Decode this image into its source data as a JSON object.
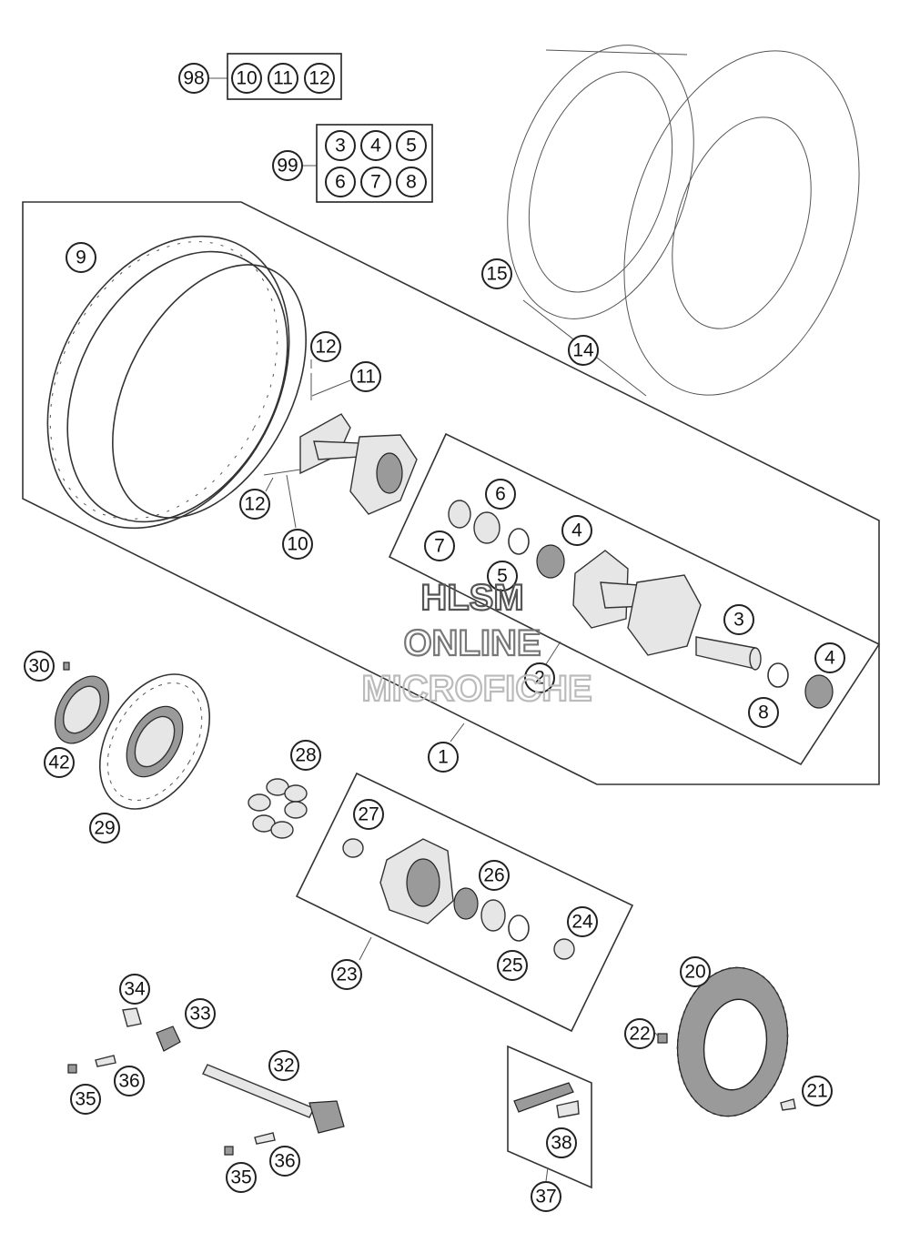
{
  "watermark": {
    "line1": "HLSM",
    "line2": "ONLINE",
    "line3": "MICROFICHE"
  },
  "kits": {
    "kit98": {
      "id": "98",
      "contents": [
        "10",
        "11",
        "12"
      ]
    },
    "kit99": {
      "id": "99",
      "contents": [
        "3",
        "4",
        "5",
        "6",
        "7",
        "8"
      ]
    }
  },
  "callouts": {
    "c1": "1",
    "c2": "2",
    "c3a": "3",
    "c4a": "4",
    "c4b": "4",
    "c5": "5",
    "c6": "6",
    "c7": "7",
    "c8": "8",
    "c9": "9",
    "c10": "10",
    "c11": "11",
    "c12a": "12",
    "c12b": "12",
    "c14": "14",
    "c15": "15",
    "c20": "20",
    "c21": "21",
    "c22": "22",
    "c23": "23",
    "c24": "24",
    "c25": "25",
    "c26": "26",
    "c27": "27",
    "c28": "28",
    "c29": "29",
    "c30": "30",
    "c32": "32",
    "c33": "33",
    "c34": "34",
    "c35a": "35",
    "c35b": "35",
    "c36a": "36",
    "c36b": "36",
    "c37": "37",
    "c38": "38",
    "c42": "42"
  }
}
